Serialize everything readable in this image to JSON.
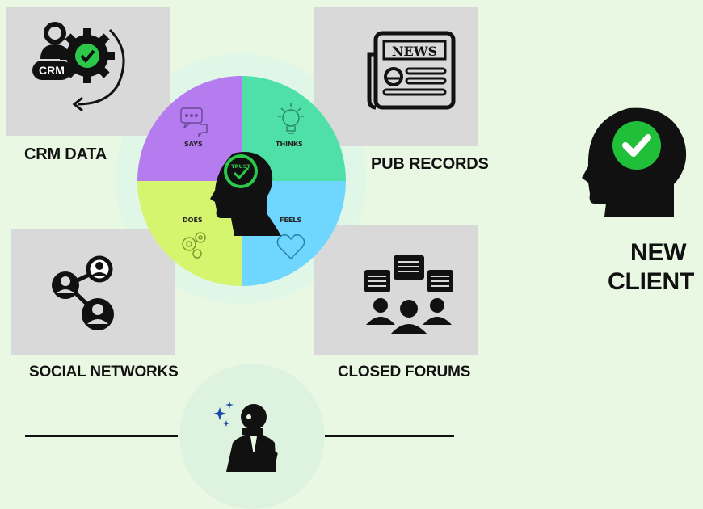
{
  "sources": {
    "crm": {
      "label": "CRM DATA",
      "badge": "CRM"
    },
    "pub": {
      "label": "PUB RECORDS",
      "badge": "NEWS"
    },
    "social": {
      "label": "SOCIAL NETWORKS"
    },
    "forums": {
      "label": "CLOSED FORUMS"
    }
  },
  "empathy_map": {
    "center_badge": "TRUST",
    "quadrants": {
      "says": {
        "label": "SAYS",
        "color": "#b57cf0"
      },
      "thinks": {
        "label": "THINKS",
        "color": "#4fe0a8"
      },
      "does": {
        "label": "DOES",
        "color": "#d6f56e"
      },
      "feels": {
        "label": "FEELS",
        "color": "#6fd7ff"
      }
    }
  },
  "result": {
    "line1": "NEW",
    "line2": "CLIENT",
    "check_color": "#1fbf3a"
  }
}
